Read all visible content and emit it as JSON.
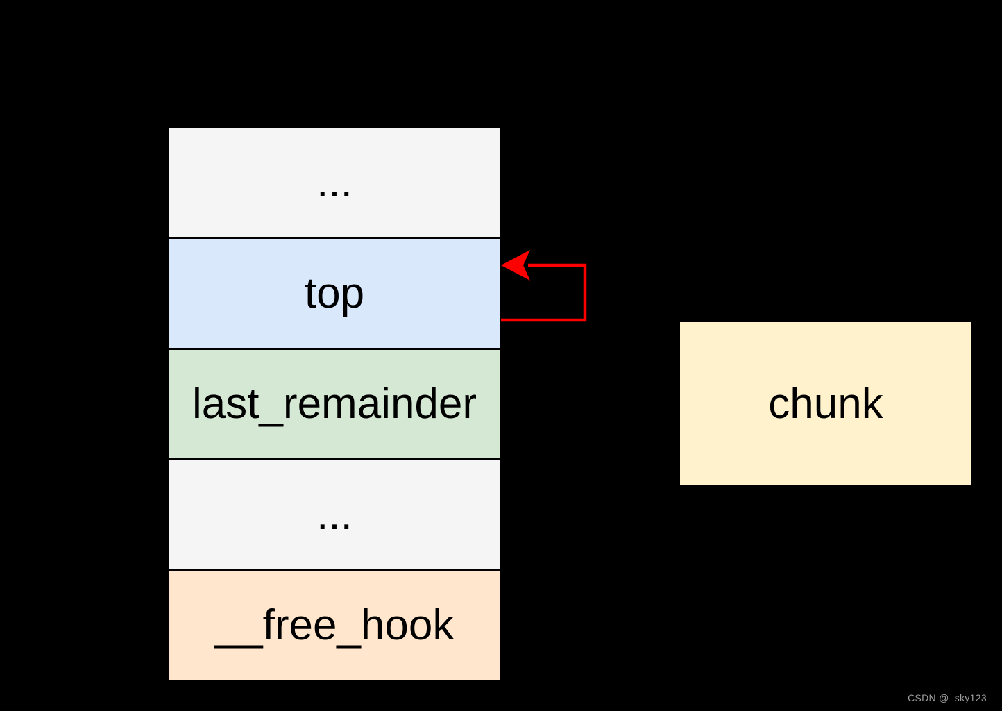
{
  "diagram": {
    "background_color": "#000000",
    "stack": {
      "cells": [
        {
          "label": "...",
          "fill": "#F5F5F5"
        },
        {
          "label": "top",
          "fill": "#DAE8FC"
        },
        {
          "label": "last_remainder",
          "fill": "#D5E8D4"
        },
        {
          "label": "...",
          "fill": "#F5F5F5"
        },
        {
          "label": "__free_hook",
          "fill": "#FFE6CC"
        }
      ]
    },
    "chunk": {
      "label": "chunk",
      "fill": "#FFF2CC"
    },
    "arrow": {
      "meaning": "top points to itself",
      "color": "#FF0000"
    },
    "watermark": "CSDN @_sky123_"
  }
}
